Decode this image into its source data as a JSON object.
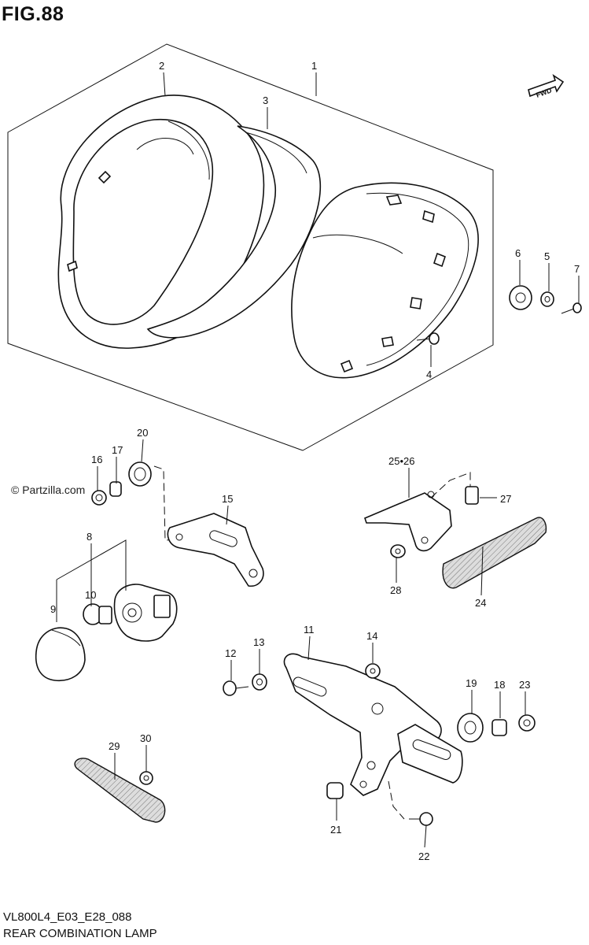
{
  "figure": {
    "title": "FIG.88",
    "watermark": "© Partzilla.com",
    "diagram_code": "VL800L4_E03_E28_088",
    "diagram_name": "REAR COMBINATION LAMP",
    "direction_arrow_text": "FWD"
  },
  "callouts": [
    {
      "id": "c1",
      "label": "1"
    },
    {
      "id": "c2",
      "label": "2"
    },
    {
      "id": "c3",
      "label": "3"
    },
    {
      "id": "c4",
      "label": "4"
    },
    {
      "id": "c5",
      "label": "5"
    },
    {
      "id": "c6",
      "label": "6"
    },
    {
      "id": "c7",
      "label": "7"
    },
    {
      "id": "c8",
      "label": "8"
    },
    {
      "id": "c9",
      "label": "9"
    },
    {
      "id": "c10",
      "label": "10"
    },
    {
      "id": "c11",
      "label": "11"
    },
    {
      "id": "c12",
      "label": "12"
    },
    {
      "id": "c13",
      "label": "13"
    },
    {
      "id": "c14",
      "label": "14"
    },
    {
      "id": "c15",
      "label": "15"
    },
    {
      "id": "c16",
      "label": "16"
    },
    {
      "id": "c17",
      "label": "17"
    },
    {
      "id": "c18",
      "label": "18"
    },
    {
      "id": "c19",
      "label": "19"
    },
    {
      "id": "c20",
      "label": "20"
    },
    {
      "id": "c21",
      "label": "21"
    },
    {
      "id": "c22",
      "label": "22"
    },
    {
      "id": "c23",
      "label": "23"
    },
    {
      "id": "c24",
      "label": "24"
    },
    {
      "id": "c25",
      "label": "25•26"
    },
    {
      "id": "c27",
      "label": "27"
    },
    {
      "id": "c28",
      "label": "28"
    },
    {
      "id": "c29",
      "label": "29"
    },
    {
      "id": "c30",
      "label": "30"
    }
  ]
}
